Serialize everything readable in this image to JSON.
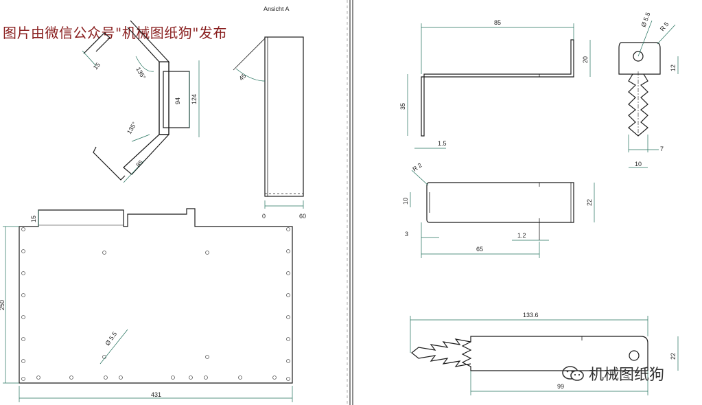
{
  "watermark": "图片由微信公众号\"机械图纸狗\"发布",
  "view_label": "Ansicht A",
  "logo_text": "机械图纸狗",
  "icons": {
    "logo": "wechat-icon"
  },
  "colors": {
    "outline": "#1a1a1a",
    "dimension": "#1f6f5a",
    "thin": "#555555",
    "watermark": "#8a2020"
  },
  "dims": {
    "top_view": {
      "flange": "15",
      "angle_upper": "135°",
      "angle_lower": "135°",
      "inner_width": "94",
      "outer_width": "124",
      "side_len": "85"
    },
    "side_view": {
      "angle": "45",
      "x_start": "0",
      "x_end": "60"
    },
    "flat_pattern": {
      "tab_height": "15",
      "height": "250",
      "width": "431",
      "hole_dia": "Ø 5.5"
    },
    "bracket": {
      "width": "85",
      "height_top": "20",
      "height_side": "35",
      "thickness": "1.5"
    },
    "key_front": {
      "hole_dia": "Ø 5.5",
      "radius": "R 5",
      "head_height": "12",
      "tip_width": "7",
      "width": "10"
    },
    "key_side": {
      "radius": "R 2",
      "offset": "10",
      "total_height": "22",
      "start": "3",
      "slot": "1.2",
      "length": "65"
    },
    "key_plan": {
      "overall": "133.6",
      "height": "22",
      "shank": "99"
    }
  }
}
